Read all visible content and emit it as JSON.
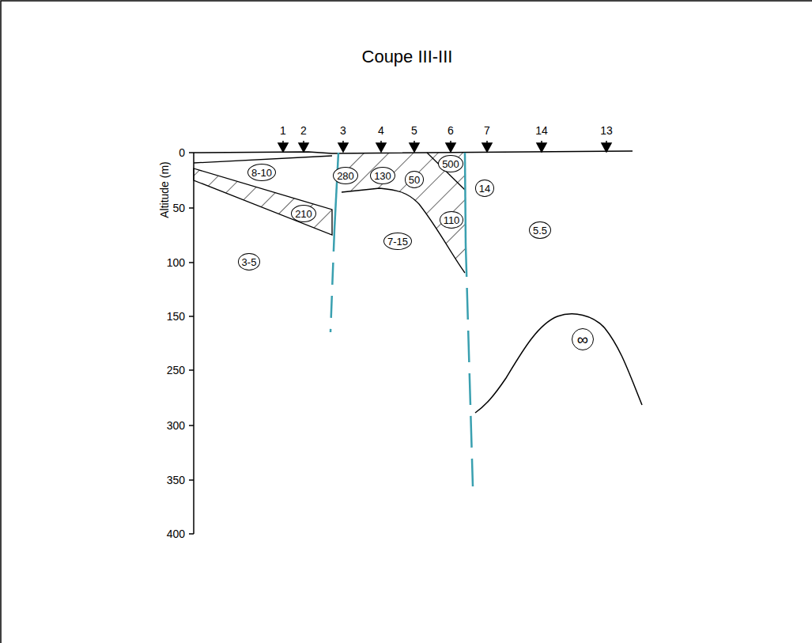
{
  "diagram": {
    "title": "Coupe III-III",
    "nodes": [
      {
        "text": [
          "500"
        ]
      },
      {
        "text": [
          "8-10"
        ]
      },
      {
        "text": [
          "280"
        ]
      },
      {
        "text": [
          "130"
        ]
      },
      {
        "text": [
          "50"
        ]
      },
      {
        "text": [
          "14"
        ]
      },
      {
        "text": [
          "210"
        ]
      },
      {
        "text": [
          "110"
        ]
      },
      {
        "text": [
          "5.5"
        ]
      },
      {
        "text": [
          "7-15"
        ]
      },
      {
        "text": [
          "3-5"
        ]
      },
      {
        "text": [
          "∞"
        ]
      }
    ],
    "labels": [
      "1",
      "2",
      "3",
      "4",
      "5",
      "6",
      "7",
      "14",
      "13",
      "Altitude (m)",
      "0",
      "50",
      "100",
      "150",
      "250",
      "300",
      "350",
      "400"
    ]
  }
}
